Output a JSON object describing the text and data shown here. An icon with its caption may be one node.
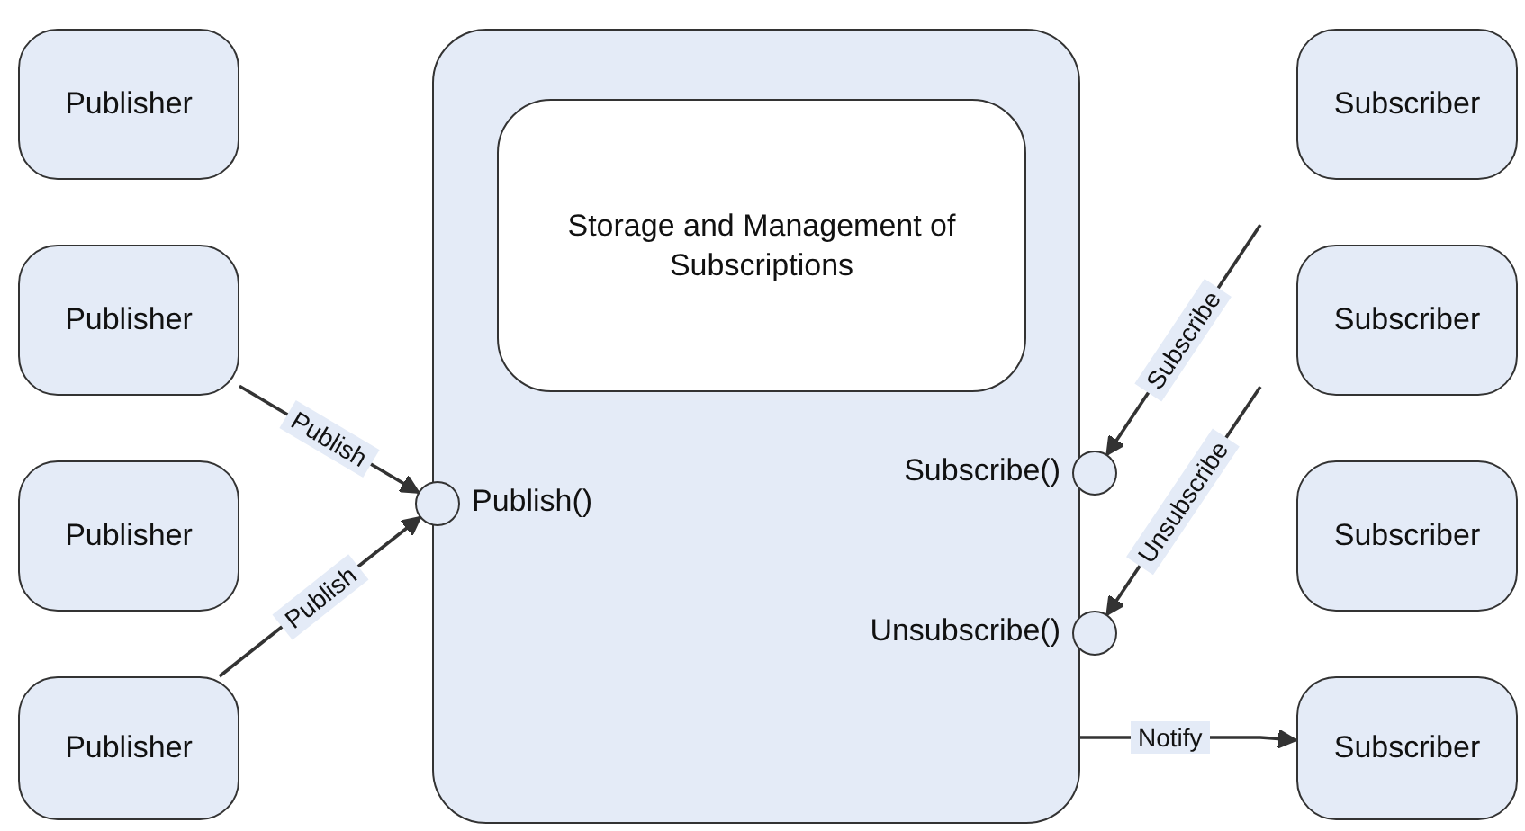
{
  "diagram": {
    "nodes": [
      {
        "text": [
          "Publisher"
        ]
      },
      {
        "text": [
          "Publisher"
        ]
      },
      {
        "text": [
          "Publisher"
        ]
      },
      {
        "text": [
          "Publisher"
        ]
      },
      {
        "text": [],
        "shape": "box"
      },
      {
        "text": [
          "Storage and Management of Subscriptions"
        ],
        "in": 4
      },
      {
        "text": [
          "Publish()"
        ]
      },
      {
        "text": [
          "Subscribe()"
        ]
      },
      {
        "text": [
          "Unsubscribe()"
        ]
      },
      {
        "text": [
          "Subscriber"
        ]
      },
      {
        "text": [
          "Subscriber"
        ]
      },
      {
        "text": [
          "Subscriber"
        ]
      },
      {
        "text": [
          "Subscriber"
        ]
      }
    ],
    "edges": [
      {
        "from": 1,
        "to": 6,
        "arrow": "to",
        "label": "Publish"
      },
      {
        "from": 3,
        "to": 6,
        "arrow": "to",
        "label": "Publish"
      },
      {
        "from": null,
        "to": 7,
        "arrow": "to",
        "label": "Subscribe"
      },
      {
        "from": null,
        "to": 8,
        "arrow": "to",
        "label": "Unsubscribe"
      },
      {
        "from": 4,
        "to": 12,
        "arrow": "to",
        "label": "Notify"
      }
    ]
  }
}
